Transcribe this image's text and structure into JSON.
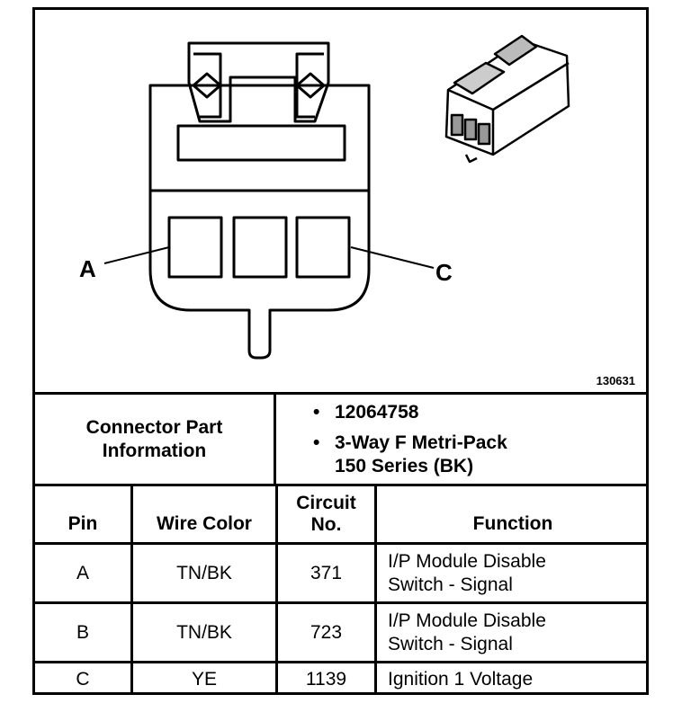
{
  "figure_id": "130631",
  "callouts": {
    "left_pin": "A",
    "right_pin": "C"
  },
  "connector_info": {
    "label": "Connector Part\nInformation",
    "bullets": [
      "12064758",
      "3-Way F Metri-Pack\n150 Series (BK)"
    ]
  },
  "table": {
    "headers": {
      "pin": "Pin",
      "wire_color": "Wire Color",
      "circuit": "Circuit\nNo.",
      "function": "Function"
    },
    "rows": [
      {
        "pin": "A",
        "wire_color": "TN/BK",
        "circuit": "371",
        "function": "I/P Module Disable\nSwitch - Signal"
      },
      {
        "pin": "B",
        "wire_color": "TN/BK",
        "circuit": "723",
        "function": "I/P Module Disable\nSwitch - Signal"
      },
      {
        "pin": "C",
        "wire_color": "YE",
        "circuit": "1139",
        "function": "Ignition 1 Voltage"
      }
    ]
  }
}
